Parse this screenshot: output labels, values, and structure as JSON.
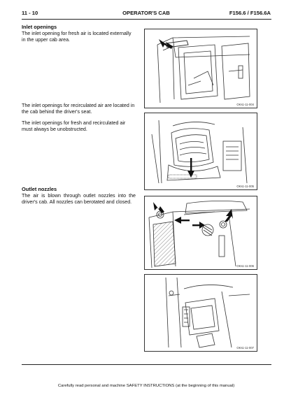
{
  "header": {
    "page_number": "11 - 10",
    "chapter": "OPERATOR'S CAB",
    "model": "F156.6 / F156.6A"
  },
  "sections": {
    "inlet_heading": "Inlet openings",
    "inlet_text": "The inlet opening for fresh air is located externally in the upper cab area.",
    "recirc_text": "The inlet openings for recirculated air are located in the cab behind the driver's seat.",
    "unobstructed_text": "The inlet openings for fresh and recirculated air must always be unobstructed.",
    "nozzles_heading": "Outlet nozzles",
    "nozzles_text": "The air is blown through outlet nozzles into the driver's cab. All nozzles can berotated and closed."
  },
  "figures": [
    {
      "code": "OKs1-11-004"
    },
    {
      "code": "OKs1-11-005"
    },
    {
      "code": "OKs1-11-006"
    },
    {
      "code": "OKs1-11-007"
    }
  ],
  "footer": {
    "note": "Carefully read personal and machine SAFETY INSTRUCTIONS (at the beginning of this manual)"
  },
  "colors": {
    "text": "#111111",
    "rule": "#222222",
    "arrow": "#111111"
  }
}
